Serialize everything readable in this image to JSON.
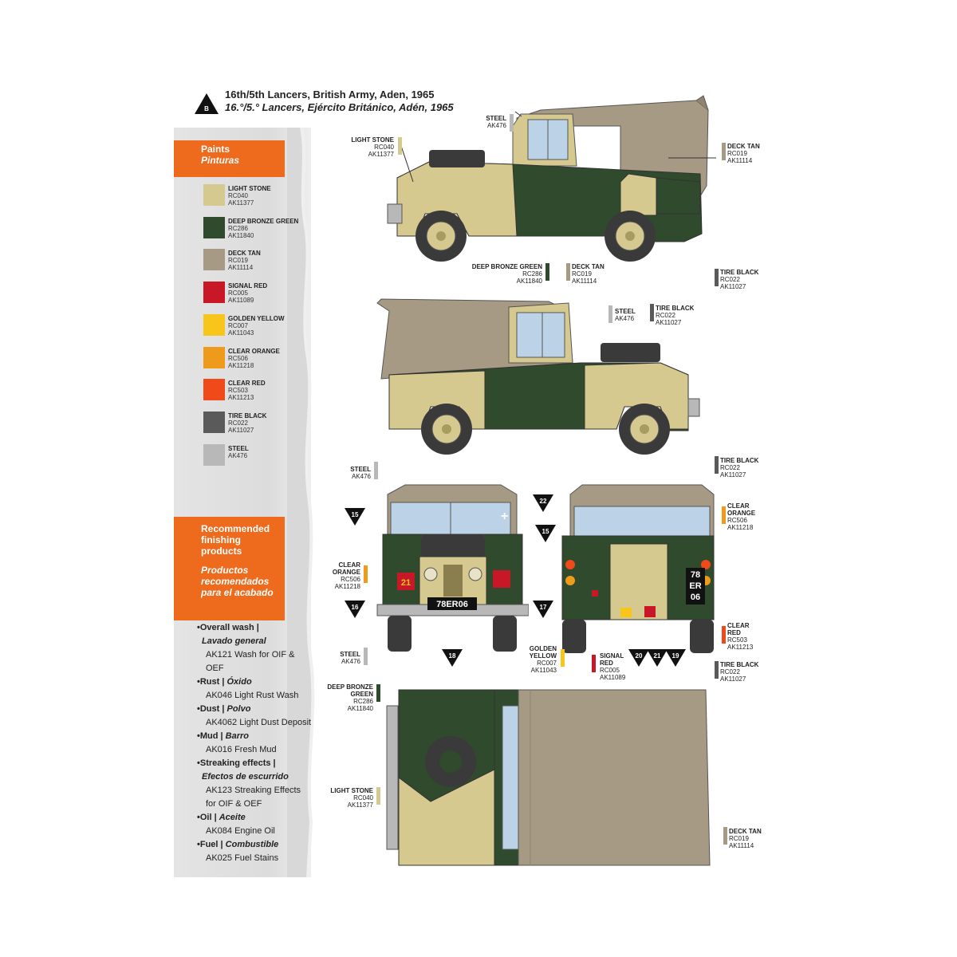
{
  "header": {
    "marker_letter": "B",
    "title_en": "16th/5th Lancers, British Army, Aden, 1965",
    "title_es": "16.°/5.° Lancers, Ejército Británico, Adén, 1965"
  },
  "paints": {
    "heading_en": "Paints",
    "heading_es": "Pinturas",
    "items": [
      {
        "name": "LIGHT STONE",
        "rc": "RC040",
        "ak": "AK11377",
        "color": "#d6c98f"
      },
      {
        "name": "DEEP BRONZE GREEN",
        "rc": "RC286",
        "ak": "AK11840",
        "color": "#2f4a2c"
      },
      {
        "name": "DECK TAN",
        "rc": "RC019",
        "ak": "AK11114",
        "color": "#a69a84"
      },
      {
        "name": "SIGNAL RED",
        "rc": "RC005",
        "ak": "AK11089",
        "color": "#c81827"
      },
      {
        "name": "GOLDEN YELLOW",
        "rc": "RC007",
        "ak": "AK11043",
        "color": "#f8c61a"
      },
      {
        "name": "CLEAR ORANGE",
        "rc": "RC506",
        "ak": "AK11218",
        "color": "#ee9a1a"
      },
      {
        "name": "CLEAR RED",
        "rc": "RC503",
        "ak": "AK11213",
        "color": "#f04a1a"
      },
      {
        "name": "TIRE BLACK",
        "rc": "RC022",
        "ak": "AK11027",
        "color": "#5a5a5a"
      },
      {
        "name": "STEEL",
        "rc": "AK476",
        "ak": "",
        "color": "#b8b8b8"
      }
    ]
  },
  "finishing": {
    "heading_en_1": "Recommended",
    "heading_en_2": "finishing",
    "heading_en_3": "products",
    "heading_es_1": "Productos",
    "heading_es_2": "recomendados",
    "heading_es_3": "para el acabado",
    "items": [
      {
        "en": "Overall wash |",
        "es": "Lavado general",
        "products": [
          "AK121 Wash for OIF & OEF"
        ]
      },
      {
        "en": "Rust |",
        "es": "Óxido",
        "products": [
          "AK046 Light Rust Wash"
        ]
      },
      {
        "en": "Dust |",
        "es": "Polvo",
        "products": [
          "AK4062 Light Dust Deposit"
        ]
      },
      {
        "en": "Mud |",
        "es": "Barro",
        "products": [
          "AK016 Fresh Mud"
        ]
      },
      {
        "en": "Streaking effects |",
        "es": "Efectos de escurrido",
        "products": [
          "AK123 Streaking Effects",
          "for OIF & OEF"
        ]
      },
      {
        "en": "Oil |",
        "es": "Aceite",
        "products": [
          "AK084 Engine Oil"
        ]
      },
      {
        "en": "Fuel |",
        "es": "Combustible",
        "products": [
          "AK025 Fuel Stains"
        ]
      }
    ]
  },
  "callouts": {
    "steel_1": {
      "name": "STEEL",
      "c1": "AK476"
    },
    "light_stone_1": {
      "name": "LIGHT STONE",
      "c1": "RC040",
      "c2": "AK11377"
    },
    "deck_tan_1": {
      "name": "DECK TAN",
      "c1": "RC019",
      "c2": "AK11114"
    },
    "deep_bronze_1": {
      "name": "DEEP BRONZE GREEN",
      "c1": "RC286",
      "c2": "AK11840"
    },
    "deck_tan_2": {
      "name": "DECK TAN",
      "c1": "RC019",
      "c2": "AK11114"
    },
    "tire_black_1": {
      "name": "TIRE BLACK",
      "c1": "RC022",
      "c2": "AK11027"
    },
    "steel_2": {
      "name": "STEEL",
      "c1": "AK476"
    },
    "tire_black_2": {
      "name": "TIRE BLACK",
      "c1": "RC022",
      "c2": "AK11027"
    },
    "tire_black_3": {
      "name": "TIRE BLACK",
      "c1": "RC022",
      "c2": "AK11027"
    },
    "steel_3": {
      "name": "STEEL",
      "c1": "AK476"
    },
    "clear_orange_1": {
      "name1": "CLEAR",
      "name2": "ORANGE",
      "c1": "RC506",
      "c2": "AK11218"
    },
    "clear_orange_2": {
      "name1": "CLEAR",
      "name2": "ORANGE",
      "c1": "RC506",
      "c2": "AK11218"
    },
    "steel_4": {
      "name": "STEEL",
      "c1": "AK476"
    },
    "golden_yellow": {
      "name1": "GOLDEN",
      "name2": "YELLOW",
      "c1": "RC007",
      "c2": "AK11043"
    },
    "signal_red": {
      "name1": "SIGNAL",
      "name2": "RED",
      "c1": "RC005",
      "c2": "AK11089"
    },
    "clear_red": {
      "name1": "CLEAR",
      "name2": "RED",
      "c1": "RC503",
      "c2": "AK11213"
    },
    "tire_black_4": {
      "name": "TIRE BLACK",
      "c1": "RC022",
      "c2": "AK11027"
    },
    "deep_bronze_2": {
      "name1": "DEEP BRONZE",
      "name2": "GREEN",
      "c1": "RC286",
      "c2": "AK11840"
    },
    "light_stone_2": {
      "name": "LIGHT STONE",
      "c1": "RC040",
      "c2": "AK11377"
    },
    "deck_tan_3": {
      "name": "DECK TAN",
      "c1": "RC019",
      "c2": "AK11114"
    }
  },
  "decal_markers": {
    "m15a": "15",
    "m22": "22",
    "m16": "16",
    "m17": "17",
    "m18": "18",
    "m15b": "15",
    "m20": "20",
    "m21": "21",
    "m19": "19"
  },
  "plates": {
    "front": "78ER06",
    "rear_1": "78",
    "rear_2": "ER",
    "rear_3": "06"
  },
  "colors": {
    "accent": "#ee6a1d",
    "light_stone": "#d6c98f",
    "deep_bronze_green": "#2f4a2c",
    "deck_tan": "#a69a84",
    "tire_black": "#3a3a3a",
    "steel": "#b8b8b8"
  }
}
